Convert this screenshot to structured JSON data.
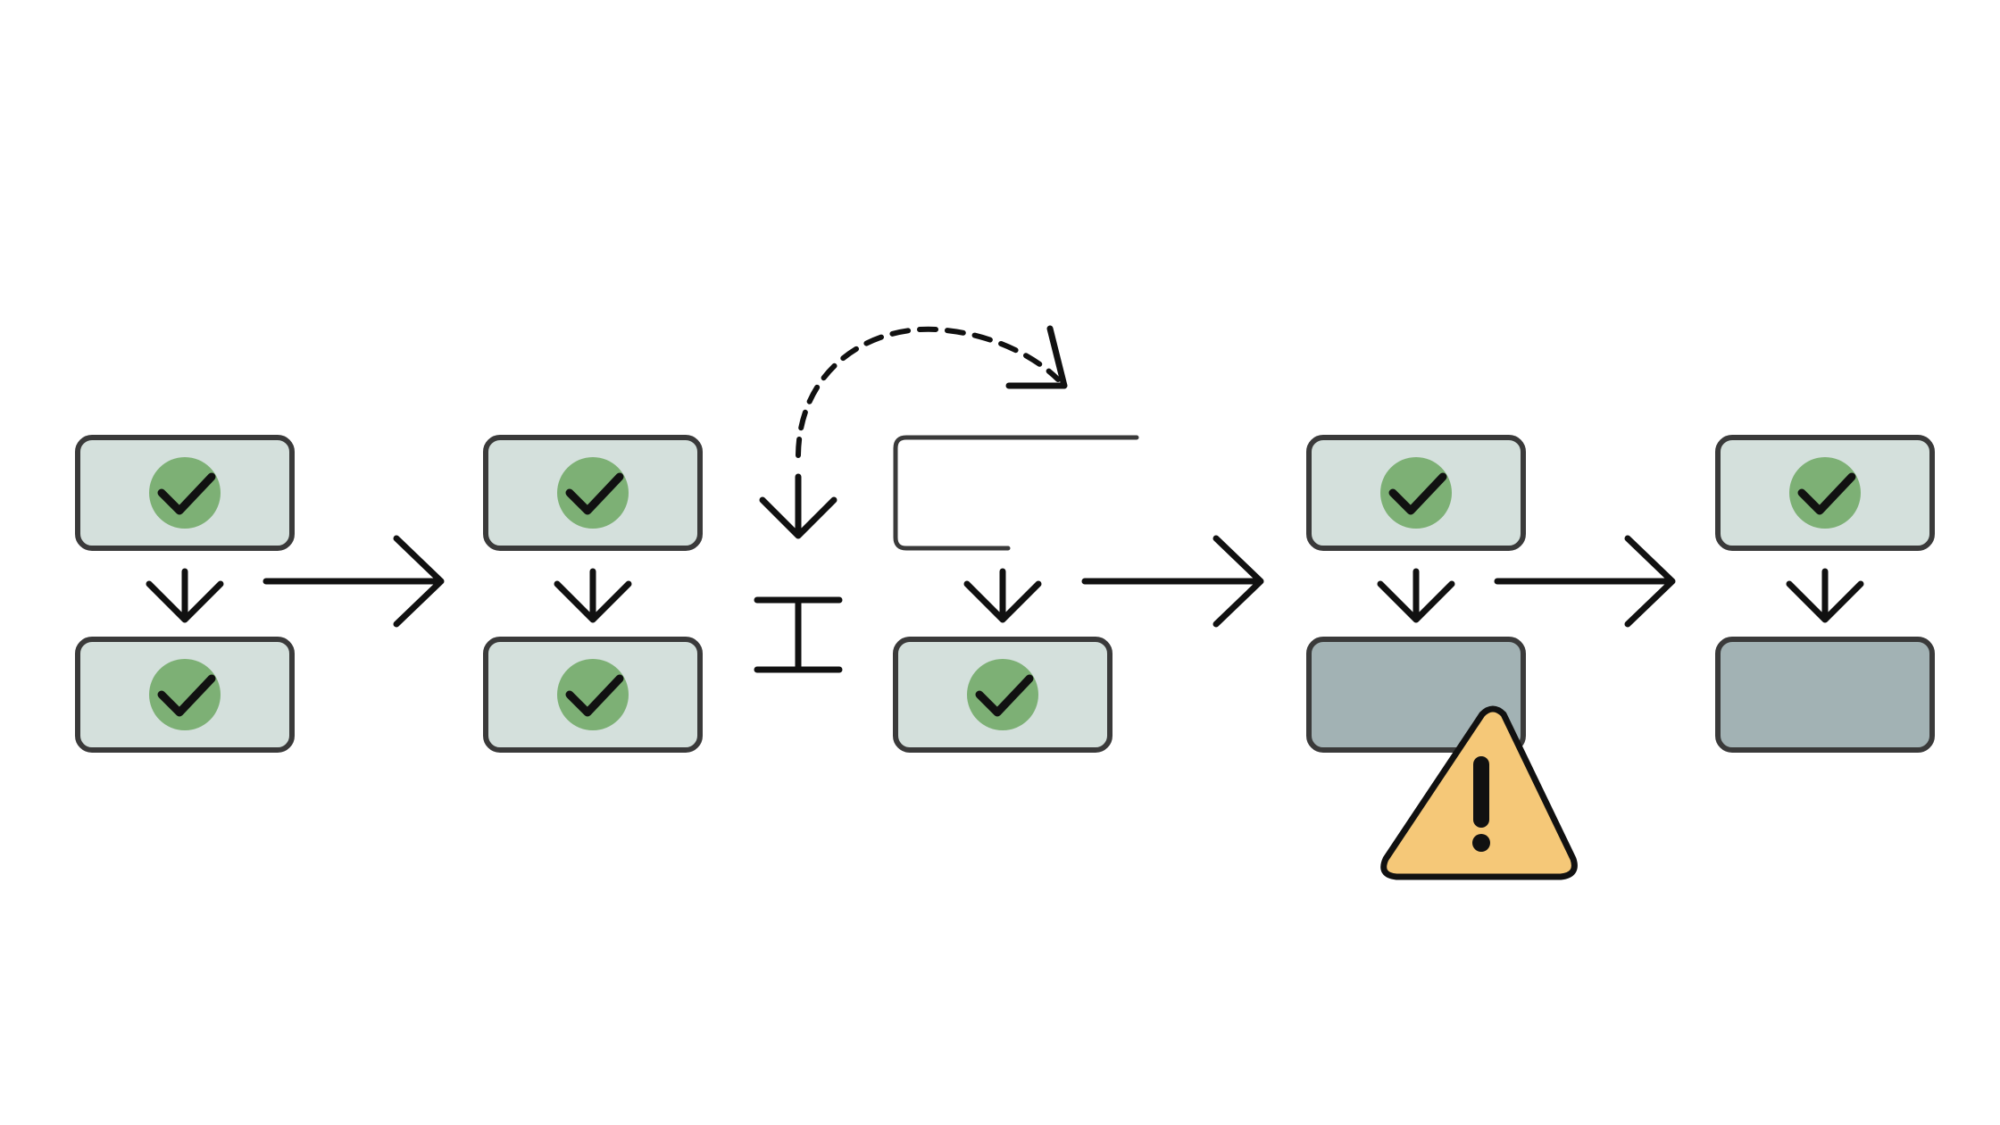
{
  "diagram": {
    "stages": [
      {
        "id": "stage-1",
        "top": {
          "status": "completed",
          "icon": "checkmark-icon"
        },
        "bottom": {
          "status": "completed",
          "icon": "checkmark-icon"
        }
      },
      {
        "id": "stage-2",
        "top": {
          "status": "completed",
          "icon": "checkmark-icon"
        },
        "bottom": {
          "status": "completed",
          "icon": "checkmark-icon"
        }
      },
      {
        "id": "stage-3-skip",
        "top": {
          "status": "skipped",
          "icon": "open-bracket-box"
        },
        "bottom": {
          "status": "completed",
          "icon": "checkmark-icon"
        },
        "skip_arrow": {
          "style": "dashed",
          "icon": "curved-dashed-arrow-icon"
        },
        "blocker": {
          "icon": "i-beam-block-icon"
        }
      },
      {
        "id": "stage-4",
        "top": {
          "status": "completed",
          "icon": "checkmark-icon"
        },
        "bottom": {
          "status": "failed",
          "icon": "warning-triangle-icon"
        }
      },
      {
        "id": "stage-5",
        "top": {
          "status": "completed",
          "icon": "checkmark-icon"
        },
        "bottom": {
          "status": "pending",
          "icon": ""
        }
      }
    ],
    "connectors": [
      {
        "from": "stage-1",
        "to": "stage-2",
        "icon": "right-arrow-icon"
      },
      {
        "from": "stage-3-skip",
        "to": "stage-4",
        "icon": "right-arrow-icon"
      },
      {
        "from": "stage-4",
        "to": "stage-5",
        "icon": "right-arrow-icon"
      }
    ],
    "colors": {
      "box_fill_done": "#d4e0dc",
      "box_fill_blocked": "#a2b2b4",
      "box_stroke": "#3a3a3a",
      "check_circle": "#7db075",
      "warning_fill": "#f5c878",
      "line": "#111111"
    }
  }
}
